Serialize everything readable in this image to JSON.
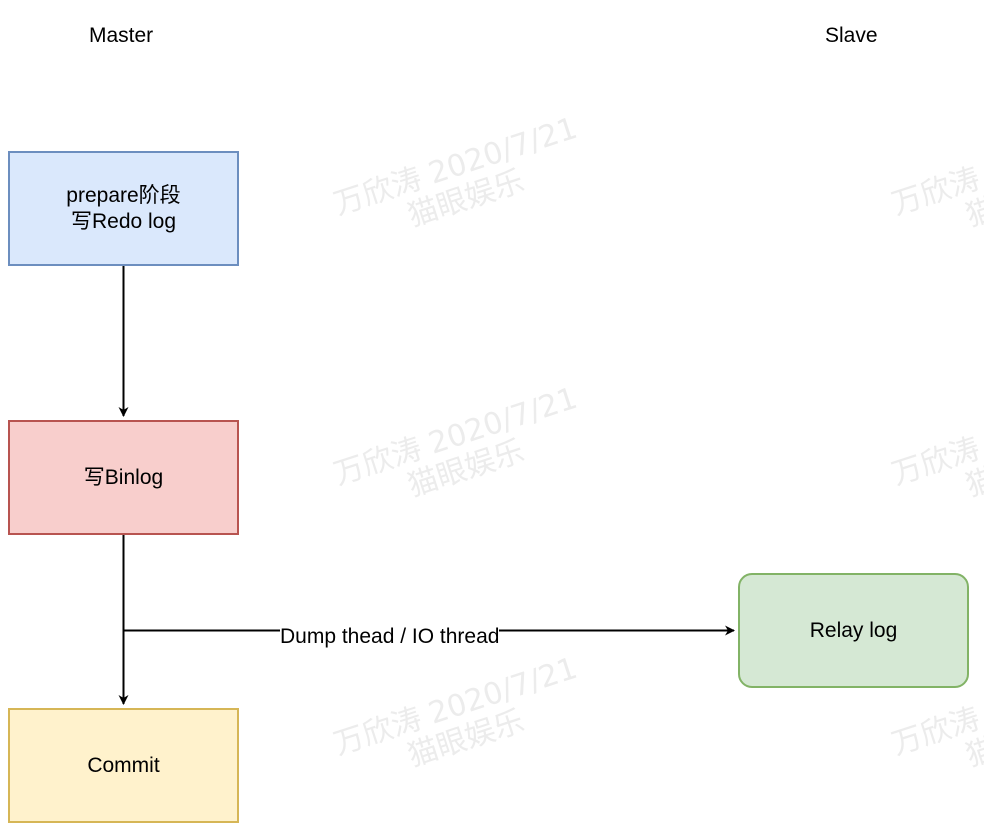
{
  "columns": {
    "master": "Master",
    "slave": "Slave"
  },
  "nodes": {
    "prepare": {
      "line1": "prepare阶段",
      "line2": "写Redo log"
    },
    "binlog": {
      "label": "写Binlog"
    },
    "commit": {
      "label": "Commit"
    },
    "relay": {
      "label": "Relay log"
    }
  },
  "edges": {
    "replication_label": "Dump thead / IO thread"
  },
  "watermark": {
    "line1": "万欣涛 2020/7/21",
    "line2": "猫眼娱乐"
  },
  "colors": {
    "prepare_fill": "#dae8fc",
    "prepare_stroke": "#6c8ebf",
    "binlog_fill": "#f8cecc",
    "binlog_stroke": "#b85450",
    "commit_fill": "#fff2cc",
    "commit_stroke": "#d6b656",
    "relay_fill": "#d5e8d4",
    "relay_stroke": "#82b366"
  }
}
